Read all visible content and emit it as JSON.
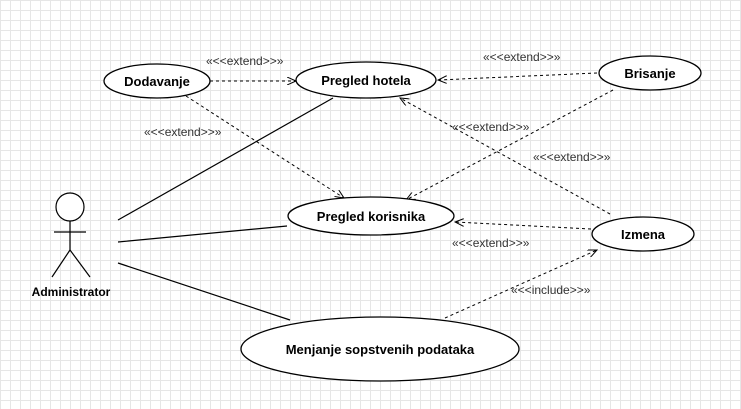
{
  "actor": {
    "label": "Administrator"
  },
  "use_cases": {
    "dodavanje": "Dodavanje",
    "pregled_hotela": "Pregled hotela",
    "brisanje": "Brisanje",
    "pregled_korisnika": "Pregled korisnika",
    "izmena": "Izmena",
    "menjanje": "Menjanje sopstvenih podataka"
  },
  "relations": {
    "extend_dodavanje_hotela": "«<<extend>>»",
    "extend_brisanje_hotela": "«<<extend>>»",
    "extend_dodavanje_korisnika": "«<<extend>>»",
    "extend_izmena_hotela_a": "«<<extend>>»",
    "extend_izmena_hotela_b": "«<<extend>>»",
    "extend_izmena_korisnika": "«<<extend>>»",
    "include_menjanje_izmena": "«<<include>>»"
  }
}
